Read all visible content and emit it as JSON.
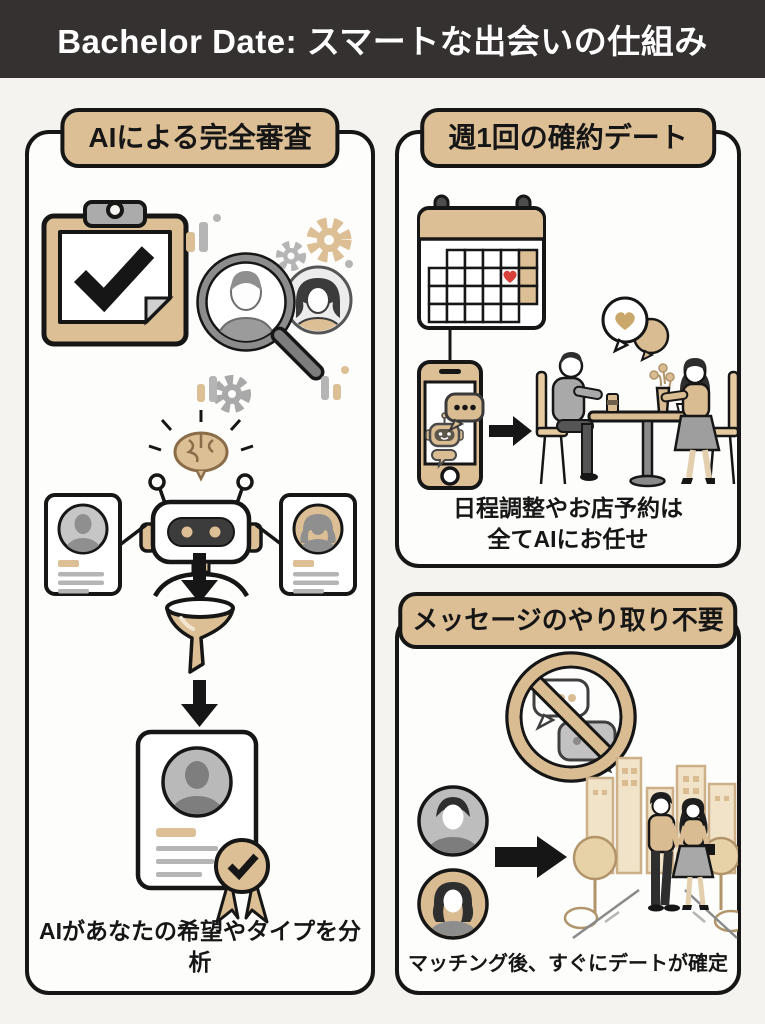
{
  "header": {
    "title": "Bachelor Date: スマートな出会いの仕組み"
  },
  "panels": {
    "screening": {
      "title": "AIによる完全審査",
      "caption": "AIがあなたの希望やタイプを分析"
    },
    "weekly_date": {
      "title": "週1回の確約デート",
      "caption": [
        "日程調整やお店予約は",
        "全てAIにお任せ"
      ]
    },
    "no_messaging": {
      "title": "メッセージのやり取り不要",
      "caption": "マッチング後、すぐにデートが確定"
    }
  },
  "icons": {
    "screening": [
      "clipboard-check-icon",
      "profile-search-icon",
      "gear-icon",
      "ai-robot-icon",
      "brain-icon",
      "profile-card-male",
      "profile-card-female",
      "down-arrow-icon",
      "funnel-icon",
      "certificate-icon",
      "award-ribbon-icon"
    ],
    "weekly_date": [
      "calendar-icon",
      "heart-icon",
      "smartphone-icon",
      "chat-bot-icon",
      "speech-bubble-icon",
      "right-arrow-icon",
      "dining-couple-illustration"
    ],
    "no_messaging": [
      "no-messaging-icon",
      "chat-bubble-icon",
      "male-avatar-icon",
      "female-avatar-icon",
      "right-arrow-icon",
      "walking-couple-illustration",
      "city-skyline"
    ]
  },
  "colors": {
    "header_bg": "#343130",
    "page_bg": "#f5f3ef",
    "panel_bg": "#fdfdfb",
    "ink": "#161616",
    "accent_tan": "#dcbf95",
    "tan_outline": "#b1946a",
    "gray_light": "#c6c6c6",
    "gray_mid": "#a9a9a9",
    "gray_dark": "#6e6e6e",
    "heart_red": "#d8403a"
  }
}
